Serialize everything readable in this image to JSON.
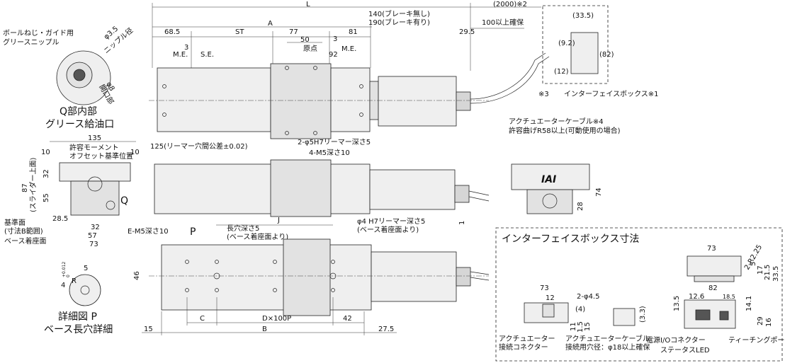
{
  "dims": {
    "L": "L",
    "A": "A",
    "ST": "ST",
    "d68_5": "68.5",
    "d77": "77",
    "d50": "50",
    "d3a": "3",
    "d3b": "3",
    "d81": "81",
    "d92": "92",
    "d29_5": "29.5",
    "brake_none": "140(ブレーキ無し)",
    "brake_yes": "190(ブレーキ有り)",
    "clearance100": "100以上確保",
    "d2000": "(2000)※2",
    "d33_5": "(33.5)",
    "d9_2": "(9.2)",
    "d82v": "(82)",
    "d12": "(12)",
    "d125": "125(リーマー穴間公差±0.02)",
    "d2phi5": "2-φ5H7リーマー深さ5",
    "d4m5": "4-M5深さ10",
    "d135": "135",
    "d10a": "10",
    "d10b": "10",
    "d87": "87",
    "d55": "55",
    "d32a": "32",
    "d28_5": "28.5",
    "d32b": "32",
    "d57": "57",
    "d73a": "73",
    "d28": "28",
    "d74": "74",
    "d46": "46",
    "dJ": "J",
    "dC": "C",
    "dD": "D×100P",
    "d42": "42",
    "dB": "B",
    "d15": "15",
    "d27_5": "27.5",
    "d1": "1",
    "phi35": "φ3.5",
    "phi8": "φ8",
    "d4tol": "4",
    "d5": "5",
    "tol": "+0.012",
    "tol0": "0",
    "R": "R"
  },
  "labels": {
    "me1": "M.E.",
    "se": "S.E.",
    "origin": "原点",
    "me2": "M.E.",
    "ballscrew1": "ボールねじ・ガイド用",
    "ballscrew2": "グリースニップル",
    "nipple": "ニップル径",
    "opening": "開口部",
    "q_title1": "Q部内部",
    "q_title2": "グリース給油口",
    "moment1": "許容モーメント",
    "moment2": "オフセット基準位置",
    "slider_top": "(スライダー上面)",
    "q": "Q",
    "ref_surface1": "基準面",
    "ref_surface2": "(寸法B範囲)",
    "base_mount": "ベース着座面",
    "em5": "E-M5深さ10",
    "p": "P",
    "long_hole1": "長穴深さ5",
    "long_hole2": "(ベース着座面より)",
    "phi4_1": "φ4 H7リーマー深さ5",
    "phi4_2": "(ベース着座面より)",
    "detail1": "詳細図 P",
    "detail2": "ベース長穴詳細",
    "note3": "※3",
    "ifbox": "インターフェイスボックス※1",
    "cable1": "アクチュエーターケーブル※4",
    "cable2": "許容曲げR58以上(可動使用の場合)",
    "iai": "IAI"
  },
  "ifbox": {
    "title": "インターフェイスボックス寸法",
    "d73a": "73",
    "d2r225": "2-R2.25",
    "d5": "5",
    "d17": "17",
    "d21_5": "21.5",
    "d33_5": "33.5",
    "d73b": "73",
    "d2phi45": "2-φ4.5",
    "d4": "(4)",
    "d12": "12",
    "d11": "11",
    "d1_5": "1.5",
    "d15": "15",
    "d3_3": "(3.3)",
    "d82": "82",
    "d12_6": "12.6",
    "d18_5": "18.5",
    "d13_5": "13.5",
    "d14_1": "14.1",
    "d29": "29",
    "d16": "16",
    "conn1": "アクチュエーター",
    "conn2": "接続コネクター",
    "cable1": "アクチュエーターケーブル",
    "cable2": "接続用穴径：φ18以上確保",
    "power": "電源I/Oコネクター",
    "status": "ステータスLED",
    "teaching": "ティーチングポート"
  }
}
